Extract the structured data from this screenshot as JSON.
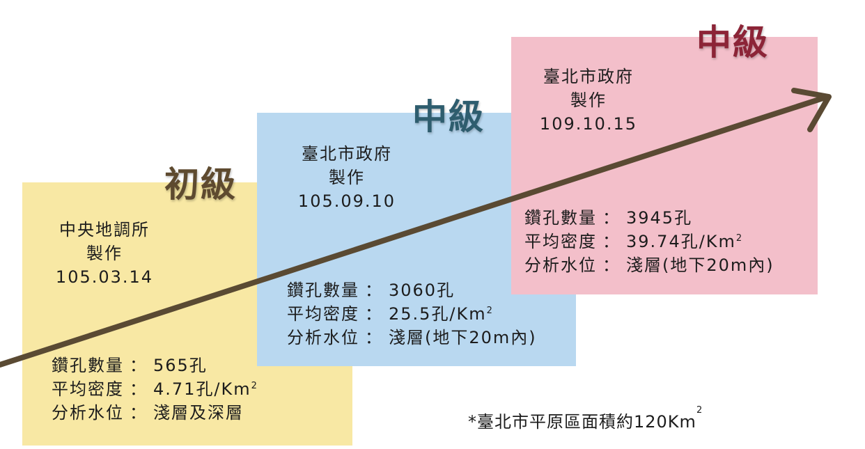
{
  "levels": {
    "beginner": "初級",
    "intermediate_1": "中級",
    "intermediate_2": "中級"
  },
  "cards": [
    {
      "maker": "中央地調所",
      "made": "製作",
      "date": "105.03.14",
      "stats": [
        {
          "label": "鑽孔數量",
          "value": "565孔"
        },
        {
          "label": "平均密度",
          "value": "4.71孔/Km",
          "sup": "2"
        },
        {
          "label": "分析水位",
          "value": "淺層及深層"
        }
      ],
      "color": "#f8e8a4"
    },
    {
      "maker": "臺北市政府",
      "made": "製作",
      "date": "105.09.10",
      "stats": [
        {
          "label": "鑽孔數量",
          "value": "3060孔"
        },
        {
          "label": "平均密度",
          "value": "25.5孔/Km",
          "sup": "2"
        },
        {
          "label": "分析水位",
          "value": "淺層(地下20m內)"
        }
      ],
      "color": "#b9d8f0"
    },
    {
      "maker": "臺北市政府",
      "made": "製作",
      "date": "109.10.15",
      "stats": [
        {
          "label": "鑽孔數量",
          "value": "3945孔"
        },
        {
          "label": "平均密度",
          "value": "39.74孔/Km",
          "sup": "2"
        },
        {
          "label": "分析水位",
          "value": "淺層(地下20m內)"
        }
      ],
      "color": "#f3bfca"
    }
  ],
  "colon": "：",
  "note": {
    "text": "*臺北市平原區面積約120Km",
    "sup": "2"
  },
  "arrow_color": "#5a4a33"
}
